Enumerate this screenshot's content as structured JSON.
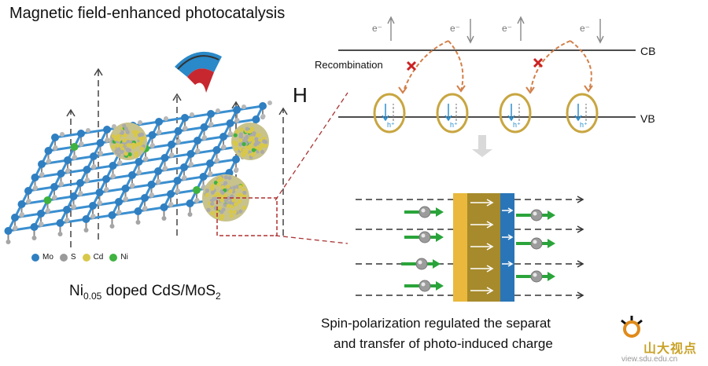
{
  "title": "Magnetic field-enhanced photocatalysis",
  "magnet_label": "H",
  "material_label": {
    "prefix": "Ni",
    "sub": "0.05",
    "middle": " doped CdS/MoS",
    "sub2": "2"
  },
  "legend": [
    {
      "label": "Mo",
      "color": "#2f7fc1"
    },
    {
      "label": "S",
      "color": "#9a9a9a"
    },
    {
      "label": "Cd",
      "color": "#d8c84a"
    },
    {
      "label": "Ni",
      "color": "#3fb23f"
    }
  ],
  "band": {
    "cb_label": "CB",
    "vb_label": "VB",
    "electron_label": "e⁻",
    "hole_label": "h⁺",
    "recombination_label": "Recombination"
  },
  "caption": {
    "line1": "Spin-polarization regulated the separat",
    "line2": "and transfer of photo-induced charge"
  },
  "watermark": {
    "cn": "山大视点",
    "url": "view.sdu.edu.cn"
  },
  "colors": {
    "mo": "#2f7fc1",
    "s": "#9a9a9a",
    "cd": "#d8c84a",
    "ni": "#3fb23f",
    "gold": "#c8a641",
    "olive": "#a88a2c",
    "blue": "#2a75b8",
    "red": "#cc2222",
    "arrow_orange": "#d2804a"
  }
}
